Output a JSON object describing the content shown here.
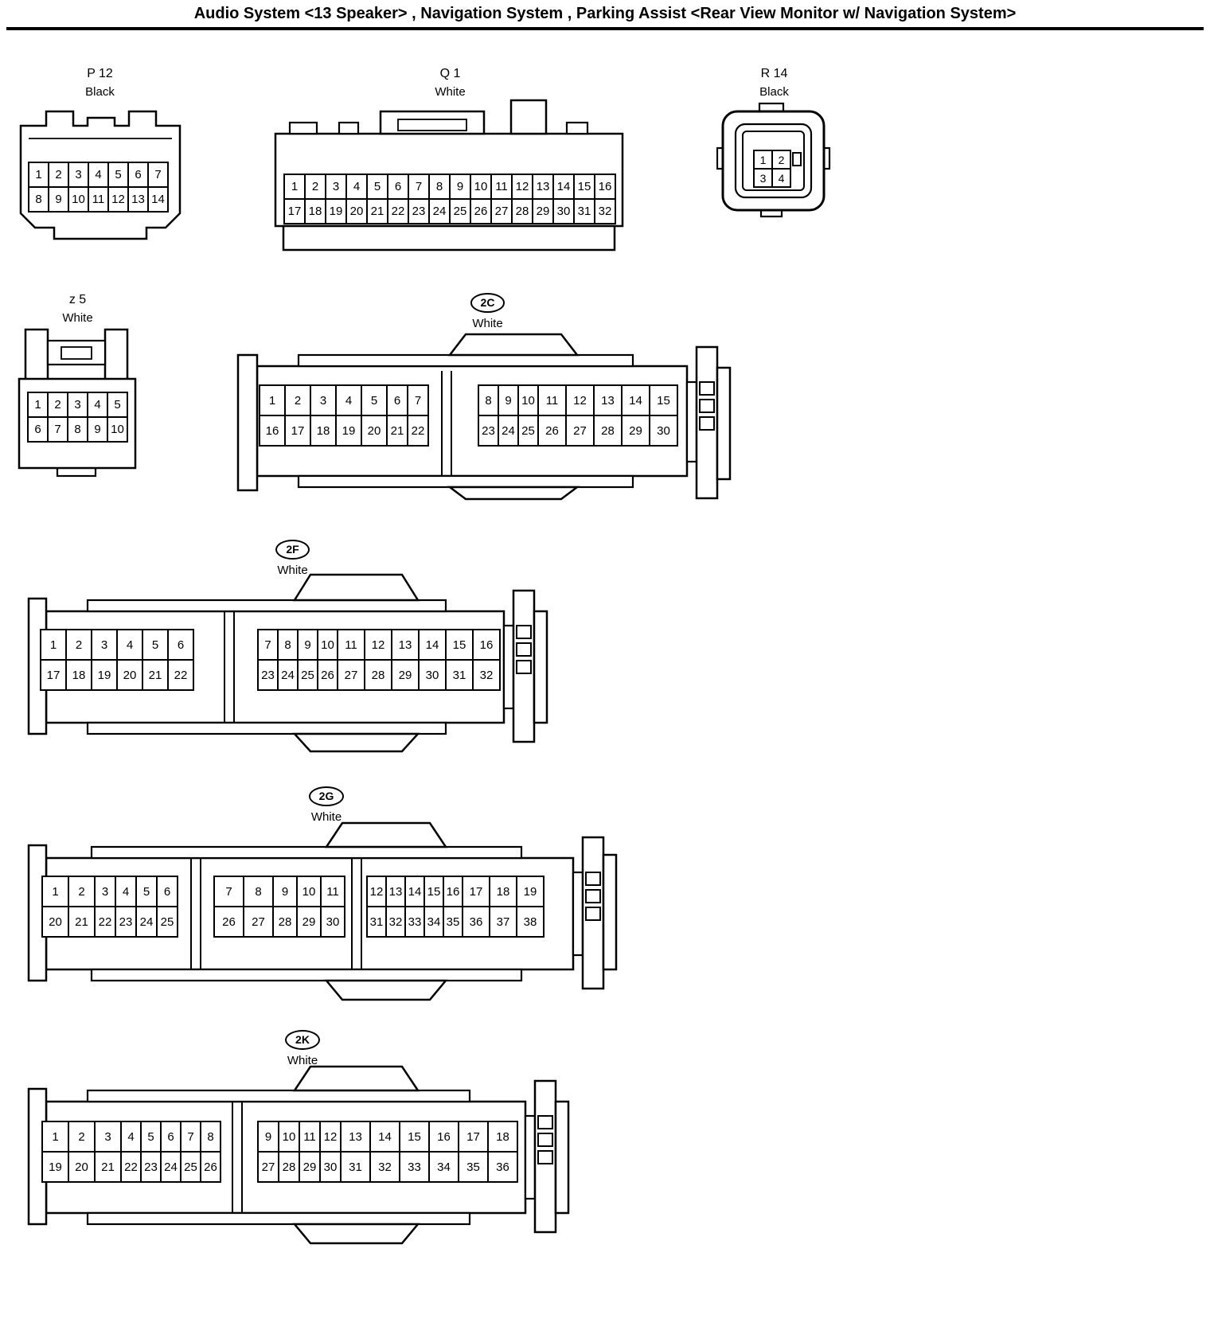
{
  "page": {
    "title": "Audio System <13 Speaker> , Navigation System , Parking Assist <Rear View Monitor w/ Navigation System>"
  },
  "connectors": [
    {
      "id": "P12",
      "label": "P 12",
      "color": "Black",
      "pin_blocks": [
        {
          "rows": [
            [
              "1",
              "2",
              "3",
              "4",
              "5",
              "6",
              "7"
            ],
            [
              "8",
              "9",
              "10",
              "11",
              "12",
              "13",
              "14"
            ]
          ]
        }
      ]
    },
    {
      "id": "Q1",
      "label": "Q 1",
      "color": "White",
      "pin_blocks": [
        {
          "rows": [
            [
              "1",
              "2",
              "3",
              "4",
              "5",
              "6",
              "7",
              "8",
              "9",
              "10",
              "11",
              "12",
              "13",
              "14",
              "15",
              "16"
            ],
            [
              "17",
              "18",
              "19",
              "20",
              "21",
              "22",
              "23",
              "24",
              "25",
              "26",
              "27",
              "28",
              "29",
              "30",
              "31",
              "32"
            ]
          ]
        }
      ]
    },
    {
      "id": "R14",
      "label": "R 14",
      "color": "Black",
      "pin_blocks": [
        {
          "rows": [
            [
              "1",
              "2"
            ],
            [
              "3",
              "4"
            ]
          ]
        }
      ]
    },
    {
      "id": "z5",
      "label": "z 5",
      "color": "White",
      "pin_blocks": [
        {
          "rows": [
            [
              "1",
              "2",
              "3",
              "4",
              "5"
            ],
            [
              "6",
              "7",
              "8",
              "9",
              "10"
            ]
          ]
        }
      ]
    },
    {
      "id": "2C",
      "label": "2C",
      "color": "White",
      "pin_blocks": [
        {
          "rows": [
            [
              "1",
              "2",
              "3",
              "4",
              "5",
              "6",
              "7"
            ],
            [
              "16",
              "17",
              "18",
              "19",
              "20",
              "21",
              "22"
            ]
          ]
        },
        {
          "rows": [
            [
              "8",
              "9",
              "10",
              "11",
              "12",
              "13",
              "14",
              "15"
            ],
            [
              "23",
              "24",
              "25",
              "26",
              "27",
              "28",
              "29",
              "30"
            ]
          ]
        }
      ]
    },
    {
      "id": "2F",
      "label": "2F",
      "color": "White",
      "pin_blocks": [
        {
          "rows": [
            [
              "1",
              "2",
              "3",
              "4",
              "5",
              "6"
            ],
            [
              "17",
              "18",
              "19",
              "20",
              "21",
              "22"
            ]
          ]
        },
        {
          "rows": [
            [
              "7",
              "8",
              "9",
              "10",
              "11",
              "12",
              "13",
              "14",
              "15",
              "16"
            ],
            [
              "23",
              "24",
              "25",
              "26",
              "27",
              "28",
              "29",
              "30",
              "31",
              "32"
            ]
          ]
        }
      ]
    },
    {
      "id": "2G",
      "label": "2G",
      "color": "White",
      "pin_blocks": [
        {
          "rows": [
            [
              "1",
              "2",
              "3",
              "4",
              "5",
              "6"
            ],
            [
              "20",
              "21",
              "22",
              "23",
              "24",
              "25"
            ]
          ]
        },
        {
          "rows": [
            [
              "7",
              "8",
              "9",
              "10",
              "11"
            ],
            [
              "26",
              "27",
              "28",
              "29",
              "30"
            ]
          ]
        },
        {
          "rows": [
            [
              "12",
              "13",
              "14",
              "15",
              "16",
              "17",
              "18",
              "19"
            ],
            [
              "31",
              "32",
              "33",
              "34",
              "35",
              "36",
              "37",
              "38"
            ]
          ]
        }
      ]
    },
    {
      "id": "2K",
      "label": "2K",
      "color": "White",
      "pin_blocks": [
        {
          "rows": [
            [
              "1",
              "2",
              "3",
              "4",
              "5",
              "6",
              "7",
              "8"
            ],
            [
              "19",
              "20",
              "21",
              "22",
              "23",
              "24",
              "25",
              "26"
            ]
          ]
        },
        {
          "rows": [
            [
              "9",
              "10",
              "11",
              "12",
              "13",
              "14",
              "15",
              "16",
              "17",
              "18"
            ],
            [
              "27",
              "28",
              "29",
              "30",
              "31",
              "32",
              "33",
              "34",
              "35",
              "36"
            ]
          ]
        }
      ]
    }
  ]
}
